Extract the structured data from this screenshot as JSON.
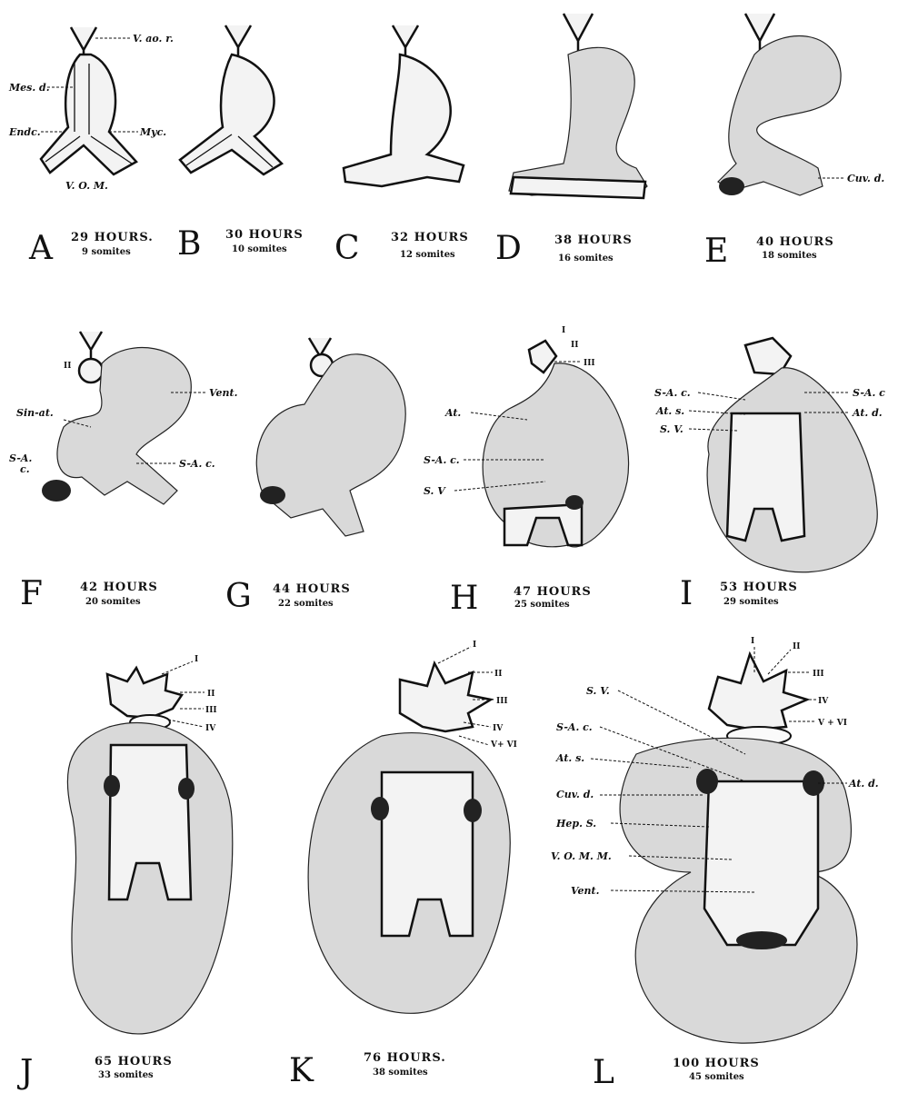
{
  "stages": [
    {
      "letter": "A",
      "hours": "29 HOURS.",
      "somites": "9 somites"
    },
    {
      "letter": "B",
      "hours": "30 HOURS",
      "somites": "10 somites"
    },
    {
      "letter": "C",
      "hours": "32 HOURS",
      "somites": "12 somites"
    },
    {
      "letter": "D",
      "hours": "38 HOURS",
      "somites": "16 somites"
    },
    {
      "letter": "E",
      "hours": "40 HOURS",
      "somites": "18 somites"
    },
    {
      "letter": "F",
      "hours": "42 HOURS",
      "somites": "20 somites"
    },
    {
      "letter": "G",
      "hours": "44 HOURS",
      "somites": "22 somites"
    },
    {
      "letter": "H",
      "hours": "47 HOURS",
      "somites": "25 somites"
    },
    {
      "letter": "I",
      "hours": "53 HOURS",
      "somites": "29 somites"
    },
    {
      "letter": "J",
      "hours": "65 HOURS",
      "somites": "33 somites"
    },
    {
      "letter": "K",
      "hours": "76 HOURS.",
      "somites": "38 somites"
    },
    {
      "letter": "L",
      "hours": "100 HOURS",
      "somites": "45 somites"
    }
  ],
  "labels": {
    "a_vaor": "V. ao. r.",
    "a_mesd": "Mes. d.",
    "a_endc": "Endc.",
    "a_myc": "Myc.",
    "a_vom": "V. O. M.",
    "e_cuvd": "Cuv. d.",
    "f_ii": "II",
    "f_vent": "Vent.",
    "f_sinat": "Sin-at.",
    "f_sa": "S-A.",
    "f_sa_c": "c.",
    "f_sac": "S-A. c.",
    "h_i": "I",
    "h_ii": "II",
    "h_iii": "III",
    "h_at": "At.",
    "h_sac": "S-A. c.",
    "h_sv": "S. V",
    "i_sac_left": "S-A. c.",
    "i_ats": "At. s.",
    "i_sv": "S. V.",
    "i_sac_right": "S-A. c",
    "i_atd": "At. d.",
    "j_i": "I",
    "j_ii": "II",
    "j_iii": "III",
    "j_iv": "IV",
    "k_i": "I",
    "k_ii": "II",
    "k_iii": "III",
    "k_iv": "IV",
    "k_v_vi": "V+ VI",
    "l_i": "I",
    "l_ii": "II",
    "l_iii": "III",
    "l_iv": "IV",
    "l_v_vi": "V + VI",
    "l_sv": "S. V.",
    "l_sac": "S-A. c.",
    "l_ats": "At. s.",
    "l_cuvd": "Cuv. d.",
    "l_heps": "Hep. S.",
    "l_vomm": "V. O. M. M.",
    "l_vent": "Vent.",
    "l_atd": "At. d."
  },
  "colors": {
    "ink": "#111111",
    "stipple": "#d9d9d9",
    "paper": "#ffffff"
  }
}
